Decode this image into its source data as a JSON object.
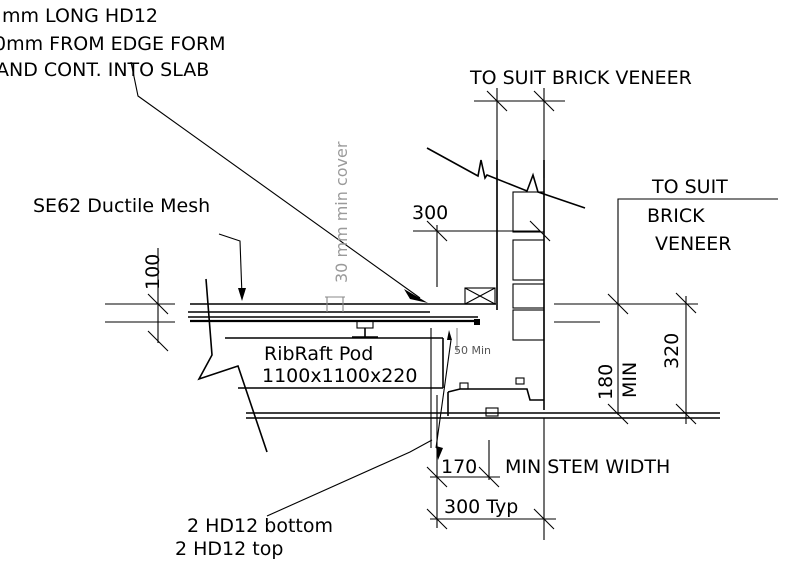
{
  "labels": {
    "note_line1": "mm LONG HD12",
    "note_line2": "0mm FROM EDGE FORM",
    "note_line3": "AND CONT. INTO SLAB",
    "to_suit_brick_veneer": "TO SUIT BRICK VENEER",
    "to_suit_2_line1": "TO SUIT",
    "to_suit_2_line2": "BRICK",
    "to_suit_2_line3": "VENEER",
    "mesh": "SE62 Ductile Mesh",
    "cover": "30 mm min cover",
    "pod_line1": "RibRaft Pod",
    "pod_line2": "1100x1100x220",
    "bars_bottom": "2 HD12 bottom",
    "bars_top": "2 HD12 top",
    "stem_width": "MIN  STEM WIDTH",
    "min_small": "50 Min",
    "min_rot": "MIN"
  },
  "dims": {
    "d100": "100",
    "d300_top": "300",
    "d180": "180",
    "d320": "320",
    "d170": "170",
    "d300_typ": "300  Typ"
  },
  "colors": {
    "lines": "#000000",
    "muted_text": "#9a9a9a",
    "background": "#ffffff"
  }
}
